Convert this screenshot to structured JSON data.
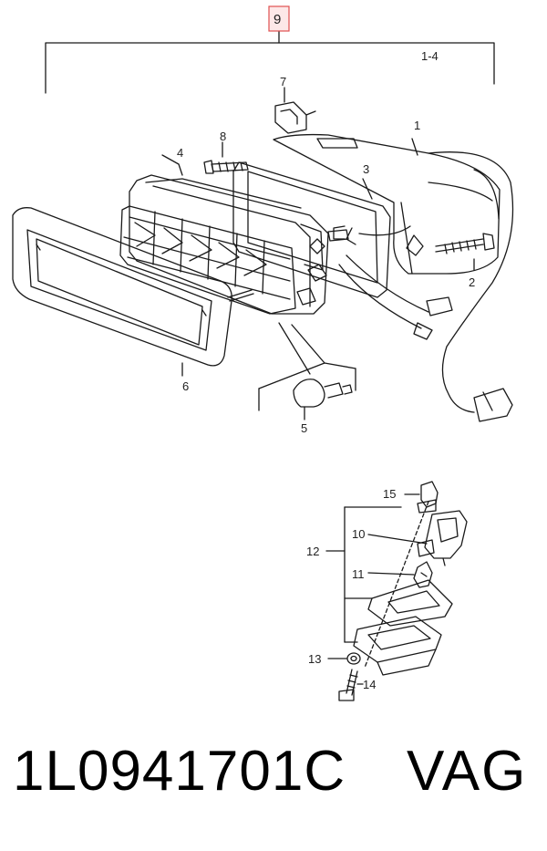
{
  "callouts": {
    "c1": "1",
    "c2": "2",
    "c3": "3",
    "c4": "4",
    "c5": "5",
    "c6": "6",
    "c7": "7",
    "c8": "8",
    "c9": "9",
    "c10": "10",
    "c11": "11",
    "c12": "12",
    "c13": "13",
    "c14": "14",
    "c15": "15",
    "range": "1-4"
  },
  "footer": {
    "part_number": "1L0941701C",
    "brand": "VAG"
  },
  "colors": {
    "line": "#1a1a1a",
    "highlight_box": "#e05050",
    "highlight_fill": "#fde8e8"
  }
}
